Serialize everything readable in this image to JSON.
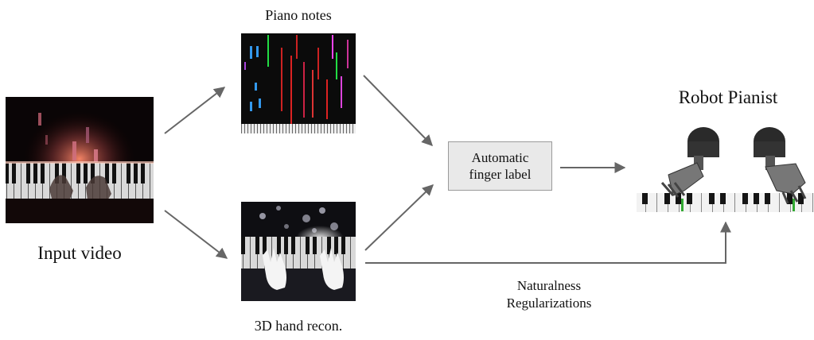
{
  "labels": {
    "piano_notes": "Piano notes",
    "input_video": "Input video",
    "hand_recon": "3D hand recon.",
    "robot_pianist": "Robot Pianist",
    "box_line1": "Automatic",
    "box_line2": "finger label",
    "reg_line1": "Naturalness",
    "reg_line2": "Regularizations"
  },
  "colors": {
    "arrow": "#666666",
    "panel_dark": "#0b0b0b",
    "box_fill": "#e9e9e9"
  }
}
